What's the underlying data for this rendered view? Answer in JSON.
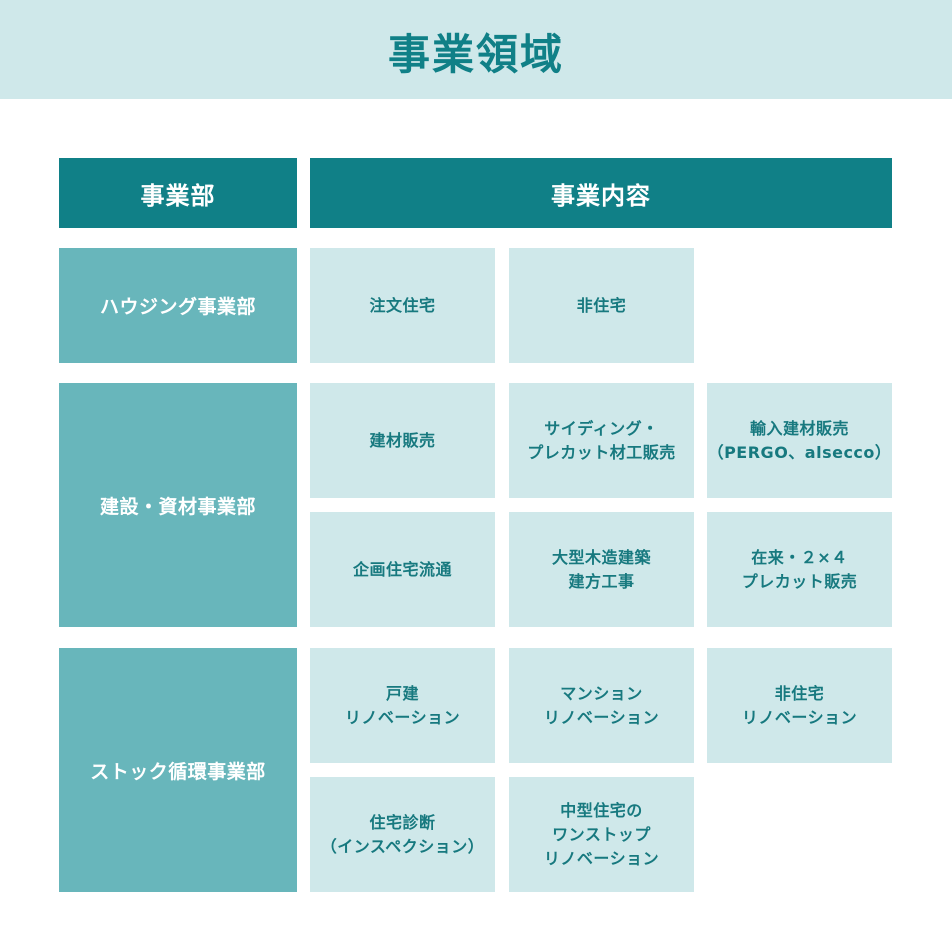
{
  "title": "事業領域",
  "colors": {
    "header_bg": "#108087",
    "department_bg": "#68b6bb",
    "business_bg": "#cfe8ea",
    "banner_bg": "#cfe8ea",
    "text_teal": "#17797f",
    "text_white": "#ffffff"
  },
  "table": {
    "headers": {
      "department": "事業部",
      "business": "事業内容"
    },
    "departments": [
      {
        "name": "ハウジング事業部",
        "businesses": [
          "注文住宅",
          "非住宅"
        ]
      },
      {
        "name": "建設・資材事業部",
        "businesses": [
          "建材販売",
          "サイディング・\nプレカット材工販売",
          "輸入建材販売\n（PERGO、alsecco）",
          "企画住宅流通",
          "大型木造建築\n建方工事",
          "在来・２×４\nプレカット販売"
        ]
      },
      {
        "name": "ストック循環事業部",
        "businesses": [
          "戸建\nリノベーション",
          "マンション\nリノベーション",
          "非住宅\nリノベーション",
          "住宅診断\n（インスペクション）",
          "中型住宅の\nワンストップ\nリノベーション"
        ]
      }
    ]
  }
}
